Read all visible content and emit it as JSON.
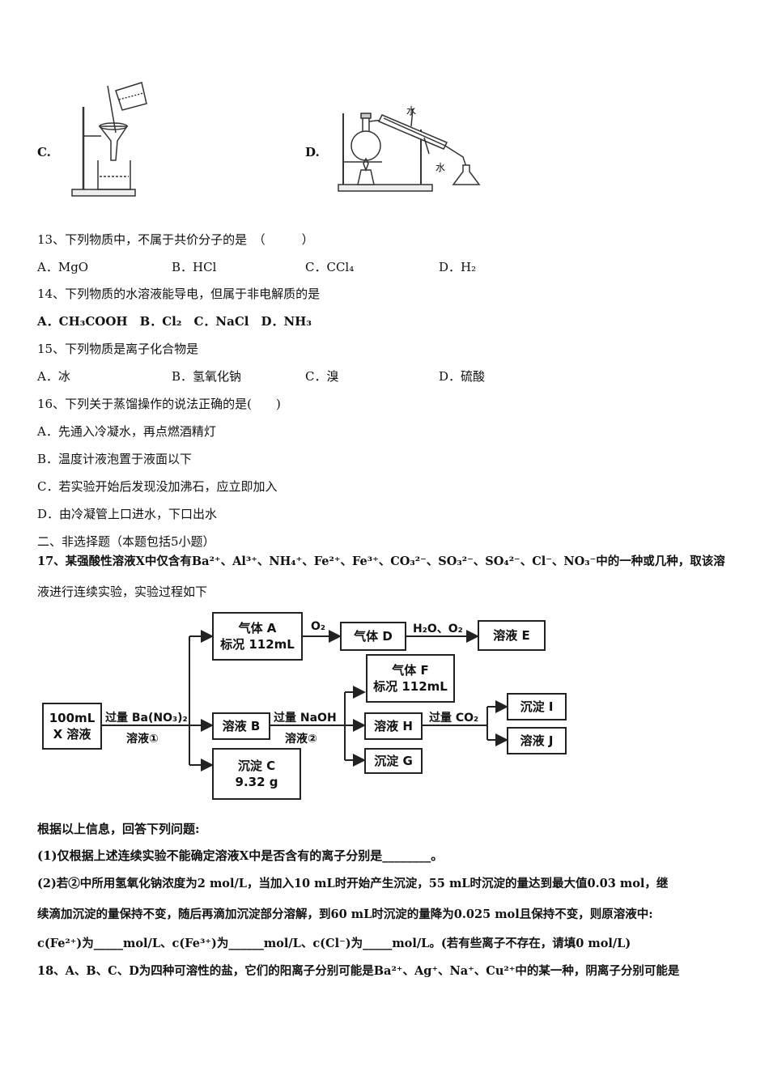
{
  "apparatus": {
    "c_label": "C.",
    "d_label": "D.",
    "water_top": "水",
    "water_bottom": "水"
  },
  "q13": {
    "stem": "13、下列物质中，不属于共价分子的是　（　　　）",
    "a": "A．MgO",
    "b": "B．HCl",
    "c": "C．CCl₄",
    "d": "D．H₂"
  },
  "q14": {
    "stem": "14、下列物质的水溶液能导电，但属于非电解质的是",
    "options": "A．CH₃COOH　B．Cl₂　C．NaCl　D．NH₃"
  },
  "q15": {
    "stem": "15、下列物质是离子化合物是",
    "a": "A．冰",
    "b": "B．氢氧化钠",
    "c": "C．溴",
    "d": "D．硫酸"
  },
  "q16": {
    "stem": "16、下列关于蒸馏操作的说法正确的是(　　)",
    "a": "A．先通入冷凝水，再点燃酒精灯",
    "b": "B．温度计液泡置于液面以下",
    "c": "C．若实验开始后发现没加沸石，应立即加入",
    "d": "D．由冷凝管上口进水，下口出水"
  },
  "section2": "二、非选择题（本题包括5小题）",
  "q17": {
    "line1": "17、某强酸性溶液X中仅含有Ba²⁺、Al³⁺、NH₄⁺、Fe²⁺、Fe³⁺、CO₃²⁻、SO₃²⁻、SO₄²⁻、Cl⁻、NO₃⁻中的一种或几种，取该溶",
    "line2": "液进行连续实验，实验过程如下",
    "flow": {
      "x_line1": "100mL",
      "x_line2": "X 溶液",
      "reagent1_line1": "过量 Ba(NO₃)₂",
      "reagent1_line2": "溶液①",
      "gasA_line1": "气体 A",
      "gasA_line2": "标况 112mL",
      "o2": "O₂",
      "gasD": "气体 D",
      "h2o_o2": "H₂O、O₂",
      "solE": "溶液 E",
      "solB": "溶液 B",
      "reagent2_line1": "过量 NaOH",
      "reagent2_line2": "溶液②",
      "gasF_line1": "气体 F",
      "gasF_line2": "标况 112mL",
      "solH": "溶液 H",
      "co2": "过量 CO₂",
      "pptI": "沉淀 I",
      "solJ": "溶液 J",
      "pptG": "沉淀 G",
      "pptC_line1": "沉淀 C",
      "pptC_line2": "9.32 g"
    },
    "info": "根据以上信息，回答下列问题:",
    "p1": "(1)仅根据上述连续实验不能确定溶液X中是否含有的离子分别是________。",
    "p2a": "(2)若②中所用氢氧化钠浓度为2 mol/L，当加入10 mL时开始产生沉淀，55 mL时沉淀的量达到最大值0.03 mol，继",
    "p2b": "续滴加沉淀的量保持不变，随后再滴加沉淀部分溶解，到60 mL时沉淀的量降为0.025 mol且保持不变，则原溶液中:",
    "p2c": "c(Fe²⁺)为_____mol/L、c(Fe³⁺)为______mol/L、c(Cl⁻)为_____mol/L。(若有些离子不存在，请填0 mol/L)"
  },
  "q18": {
    "line1": "18、A、B、C、D为四种可溶性的盐，它们的阳离子分别可能是Ba²⁺、Ag⁺、Na⁺、Cu²⁺中的某一种，阴离子分别可能是"
  }
}
